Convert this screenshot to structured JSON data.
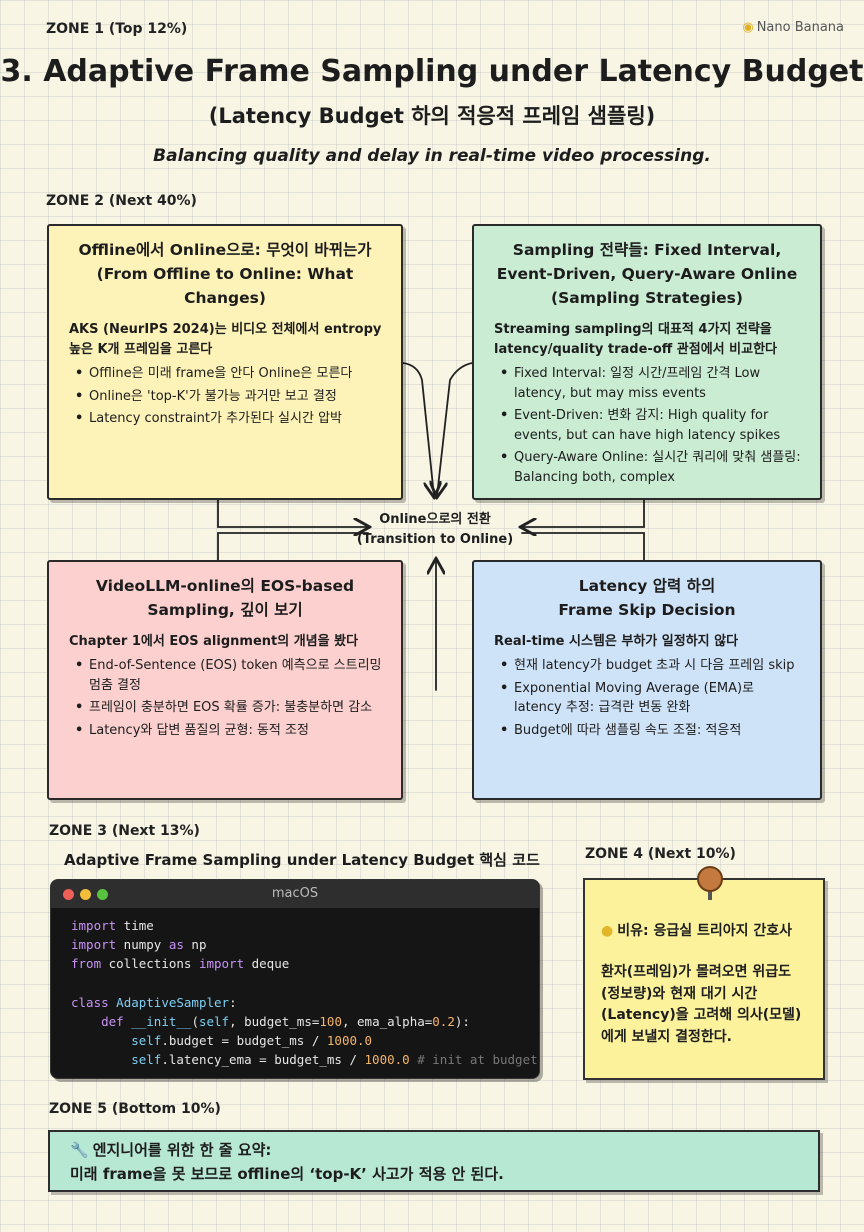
{
  "zones": {
    "z1": "ZONE 1 (Top 12%)",
    "z2": "ZONE 2 (Next 40%)",
    "z3": "ZONE 3 (Next 13%)",
    "z4": "ZONE 4 (Next 10%)",
    "z5": "ZONE 5 (Bottom 10%)"
  },
  "brand": "Nano Banana",
  "header": {
    "title": "3. Adaptive Frame Sampling under Latency Budget",
    "subtitle": "(Latency Budget 하의 적응적 프레임 샘플링)",
    "tagline": "Balancing quality and delay in real-time video processing."
  },
  "cards": {
    "offline": {
      "title1": "Offline에서 Online으로: 무엇이 바뀌는가",
      "title2": "(From Offline to Online: What Changes)",
      "lead": "AKS (NeurIPS 2024)는 비디오 전체에서 entropy 높은 K개 프레임을 고른다",
      "items": [
        "Offline은 미래 frame을 안다 Online은 모른다",
        "Online은 'top-K'가 불가능 과거만 보고 결정",
        "Latency constraint가 추가된다 실시간 압박"
      ]
    },
    "strategies": {
      "title1": "Sampling 전략들: Fixed Interval,",
      "title2": "Event-Driven, Query-Aware Online",
      "title3": "(Sampling Strategies)",
      "lead": "Streaming sampling의 대표적 4가지 전략을 latency/quality trade-off 관점에서 비교한다",
      "items": [
        "Fixed Interval: 일정 시간/프레임 간격 Low latency, but may miss events",
        "Event-Driven: 변화 감지: High quality for events, but can have high latency spikes",
        "Query-Aware Online: 실시간 쿼리에 맞춰 샘플링: Balancing both, complex"
      ]
    },
    "eos": {
      "title1": "VideoLLM-online의 EOS-based",
      "title2": "Sampling, 깊이 보기",
      "lead": "Chapter 1에서 EOS alignment의 개념을 봤다",
      "items": [
        "End-of-Sentence (EOS) token 예측으로 스트리밍 멈춤 결정",
        "프레임이 충분하면 EOS 확률 증가: 불충분하면 감소",
        "Latency와 답변 품질의 균형: 동적 조정"
      ]
    },
    "latency": {
      "title1": "Latency 압력 하의",
      "title2": "Frame Skip Decision",
      "lead": "Real-time 시스템은 부하가 일정하지 않다",
      "items": [
        "현재 latency가 budget 초과 시 다음 프레임 skip",
        "Exponential Moving Average (EMA)로 latency 추정: 급격란 변동 완화",
        "Budget에 따라 샘플링 속도 조절: 적응적"
      ]
    }
  },
  "center": {
    "line1": "Online으로의 전환",
    "line2": "(Transition to Online)"
  },
  "code_section": {
    "title": "Adaptive Frame Sampling under Latency Budget 핵심 코드",
    "window_title": "macOS"
  },
  "note": {
    "title": "비유: 응급실 트리아지 간호사",
    "body": "환자(프레임)가 몰려오면 위급도(정보량)와 현재 대기 시간(Latency)을 고려해 의사(모델)에게 보낼지 결정한다."
  },
  "summary": {
    "line1": "엔지니어를 위한 한 줄 요약:",
    "line2": "미래 frame을 못 보므로 offline의 ‘top-K’ 사고가 적용 안 된다."
  }
}
